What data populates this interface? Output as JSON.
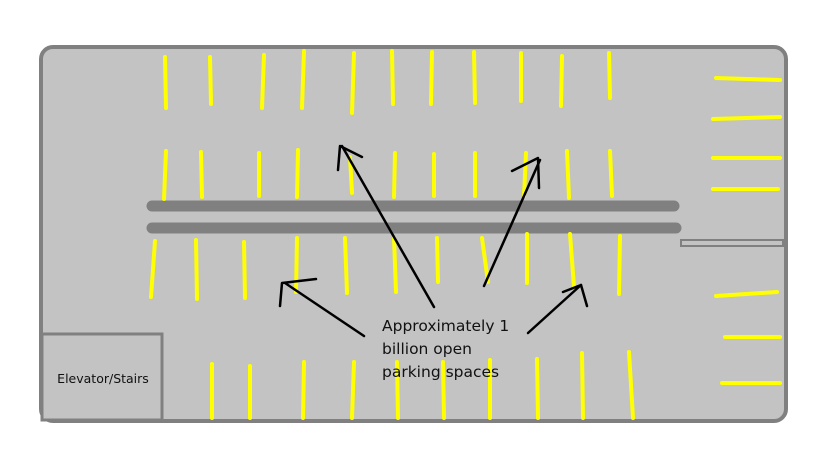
{
  "labels": {
    "elevator": "Elevator/Stairs",
    "note_line1": "Approximately 1",
    "note_line2": "billion open",
    "note_line3": "parking spaces"
  },
  "colors": {
    "floor": "#c3c3c3",
    "wall": "#808080",
    "parking_line": "#ffff00",
    "arrow": "#000000"
  }
}
